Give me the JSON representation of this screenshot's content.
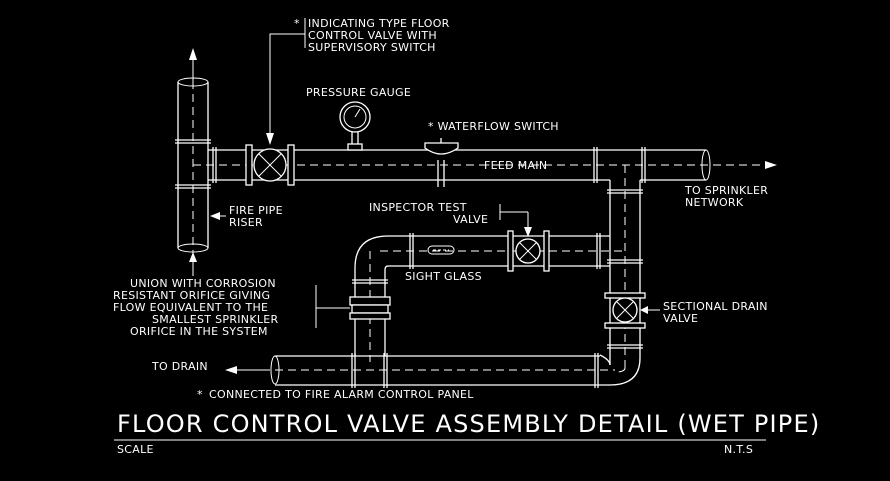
{
  "labels": {
    "floor_control_valve_1": "INDICATING TYPE FLOOR",
    "floor_control_valve_2": "CONTROL VALVE WITH",
    "floor_control_valve_3": "SUPERVISORY SWITCH",
    "floor_control_valve_marker": "*",
    "pressure_gauge": "PRESSURE GAUGE",
    "waterflow_switch": "* WATERFLOW SWITCH",
    "feed_main": "FEED MAIN",
    "to_sprinkler_1": "TO SPRINKLER",
    "to_sprinkler_2": "NETWORK",
    "inspector_test_1": "INSPECTOR TEST",
    "inspector_test_2": "VALVE",
    "fire_pipe_riser_1": "FIRE PIPE",
    "fire_pipe_riser_2": "RISER",
    "sight_glass": "SIGHT GLASS",
    "sectional_drain_1": "SECTIONAL DRAIN",
    "sectional_drain_2": "VALVE",
    "union_1": "UNION WITH CORROSION",
    "union_2": "RESISTANT ORIFICE GIVING",
    "union_3": "FLOW EQUIVALENT TO THE",
    "union_4": "SMALLEST SPRINKLER",
    "union_5": "ORIFICE IN THE SYSTEM",
    "to_drain": "TO DRAIN",
    "connected_note": "CONNECTED TO FIRE ALARM CONTROL PANEL",
    "connected_note_marker": "*"
  },
  "title_block": {
    "title": "FLOOR CONTROL VALVE ASSEMBLY DETAIL (WET PIPE)",
    "scale_label": "SCALE",
    "scale_value": "N.T.S"
  },
  "colors": {
    "background": "#000000",
    "linework": "#ffffff"
  }
}
